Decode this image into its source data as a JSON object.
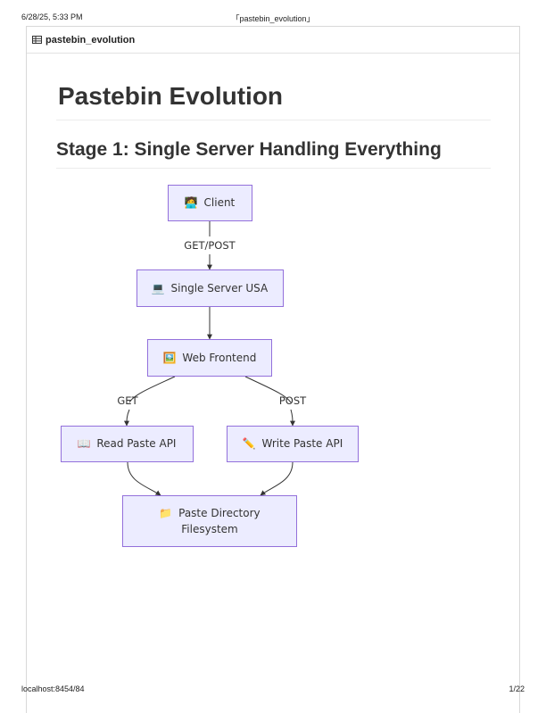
{
  "print_header": {
    "datetime": "6/28/25, 5:33 PM",
    "title": "「pastebin_evolution」"
  },
  "print_footer": {
    "url": "localhost:8454/84",
    "page": "1/22"
  },
  "tab": {
    "title": "pastebin_evolution",
    "icon": "table-icon"
  },
  "document": {
    "title": "Pastebin Evolution",
    "stage_heading": "Stage 1: Single Server Handling Everything"
  },
  "diagram": {
    "nodes": {
      "client": {
        "emoji": "🧑‍💻",
        "label": "Client"
      },
      "server": {
        "emoji": "💻",
        "label": "Single Server USA"
      },
      "frontend": {
        "emoji": "🖼️",
        "label": "Web Frontend"
      },
      "read_api": {
        "emoji": "📖",
        "label": "Read Paste API"
      },
      "write_api": {
        "emoji": "✏️",
        "label": "Write Paste API"
      },
      "directory": {
        "emoji": "📁",
        "label_line1": "Paste Directory",
        "label_line2": "Filesystem"
      }
    },
    "edges": {
      "client_server": "GET/POST",
      "frontend_read": "GET",
      "frontend_write": "POST"
    }
  },
  "colors": {
    "node_fill": "#ececff",
    "node_stroke": "#9370db",
    "edge": "#333333"
  }
}
